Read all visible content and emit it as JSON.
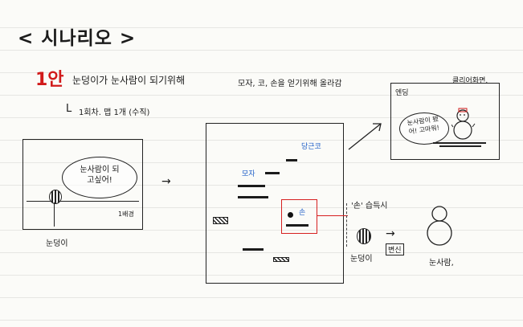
{
  "title": "< 시나리오 >",
  "plan": {
    "number": "1안",
    "description": "눈덩이가 눈사람이 되기위해",
    "detail": "모자, 코, 손을 얻기위해 올라감",
    "subnote_arrow": "L",
    "subnote": "1회차. 맵 1개 (수직)"
  },
  "left_panel": {
    "speech": "눈사람이 되고싶어!",
    "stage_label": "1배경",
    "character_label": "눈덩이"
  },
  "arrow": "→",
  "middle_panel": {
    "tags": [
      "당근코",
      "모자",
      "손"
    ]
  },
  "right_panel": {
    "top_label": "클리어화면.",
    "ending_label": "엔딩",
    "speech": "눈사람이 됐어! 고마워!"
  },
  "right_area": {
    "item_label": "'손' 습득시",
    "character_label": "눈덩이",
    "transform_label": "변신",
    "result_label": "눈사람,"
  },
  "colors": {
    "red": "#d11a1a",
    "blue": "#2462c9",
    "ink": "#1b1b1b"
  }
}
